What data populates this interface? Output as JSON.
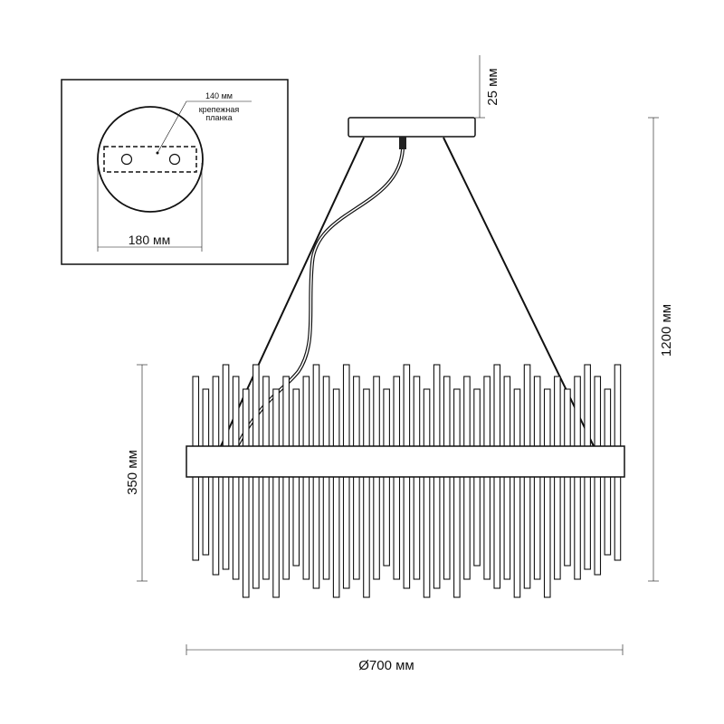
{
  "inset": {
    "plate_size": "140 мм",
    "plate_label_line1": "крепежная",
    "plate_label_line2": "планка",
    "canopy_diameter": "180 мм"
  },
  "dimensions": {
    "canopy_height": "25 мм",
    "total_height": "1200 мм",
    "body_height": "350 мм",
    "diameter": "Ø700 мм"
  },
  "colors": {
    "line": "#111111",
    "background": "#ffffff"
  }
}
